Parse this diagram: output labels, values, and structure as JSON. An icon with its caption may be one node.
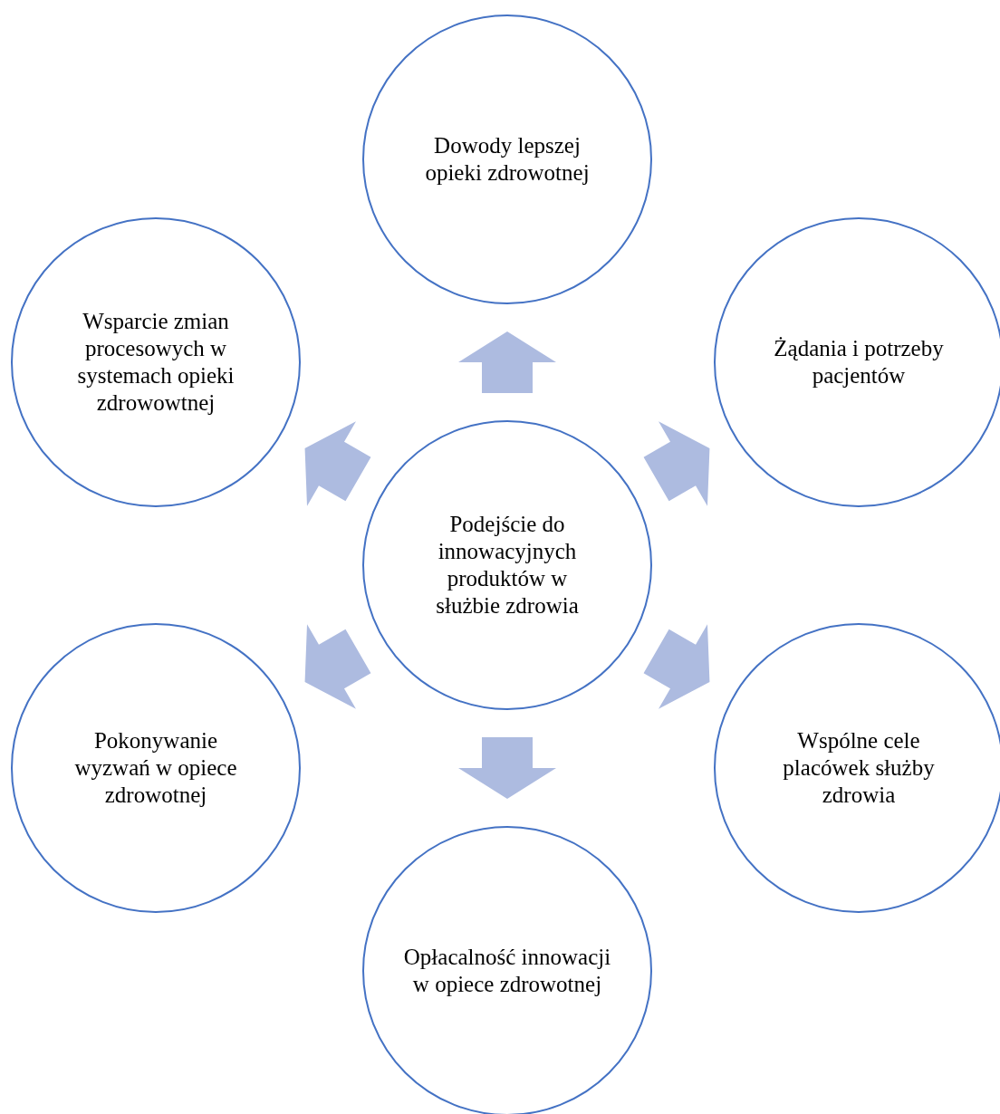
{
  "diagram": {
    "nodes": [
      {
        "text": [
          "Dowody lepszej opieki zdrowotnej"
        ]
      },
      {
        "text": [
          "Wsparcie zmian procesowych w systemach opieki zdrowowtnej"
        ]
      },
      {
        "text": [
          "Żądania i potrzeby pacjentów"
        ]
      },
      {
        "text": [
          "Podejście do innowacyjnych produktów w służbie zdrowia"
        ]
      },
      {
        "text": [
          "Pokonywanie wyzwań w opiece zdrowotnej"
        ]
      },
      {
        "text": [
          "Wspólne cele placówek służby zdrowia"
        ]
      },
      {
        "text": [
          "Opłacalność innowacji w opiece zdrowotnej"
        ]
      }
    ],
    "edges": [
      {
        "from": 3,
        "to": 0,
        "arrow": "to"
      },
      {
        "from": 3,
        "to": 2,
        "arrow": "to"
      },
      {
        "from": 3,
        "to": 5,
        "arrow": "to"
      },
      {
        "from": 3,
        "to": 6,
        "arrow": "to"
      },
      {
        "from": 3,
        "to": 4,
        "arrow": "to"
      },
      {
        "from": 3,
        "to": 1,
        "arrow": "to"
      }
    ]
  }
}
